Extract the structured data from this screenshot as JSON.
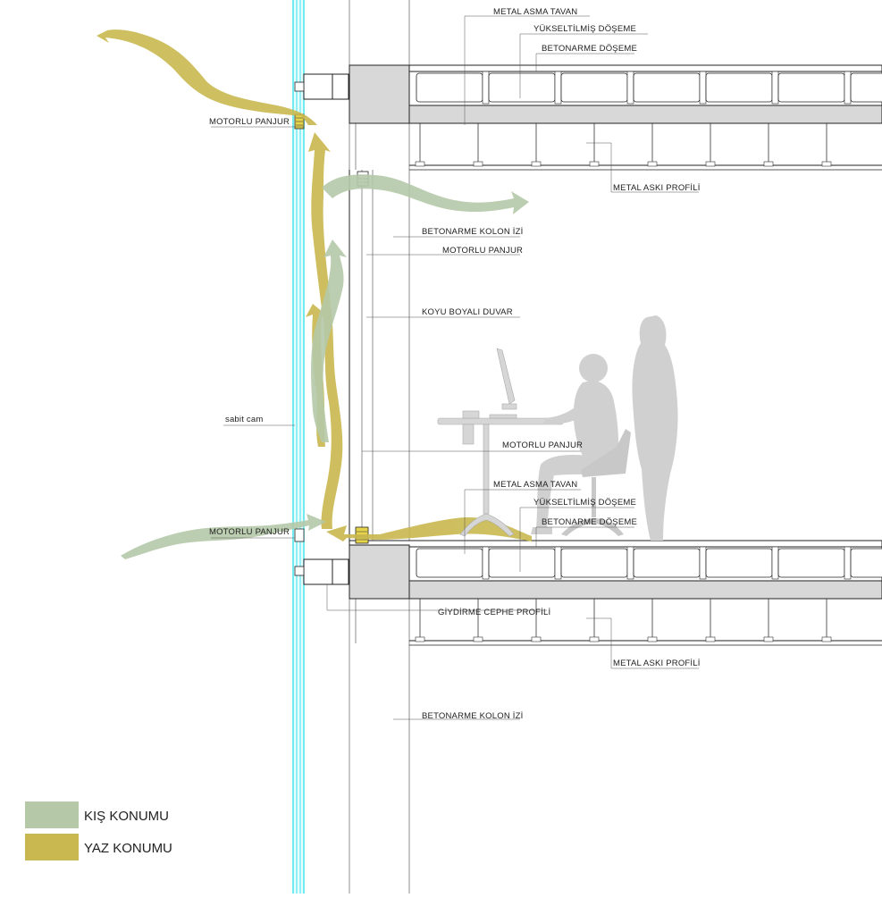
{
  "colors": {
    "winter": "#b5c9a8",
    "summer": "#c9b84f",
    "glass": "#3fe3ec",
    "slab": "#d8d8d8",
    "human": "#d0d0d0"
  },
  "labels": {
    "metal_asma_tavan_1": "METAL ASMA TAVAN",
    "yukseltilmis_doseme_1": "YÜKSELTİLMİŞ DÖŞEME",
    "betonarme_doseme_1": "BETONARME DÖŞEME",
    "motorlu_panjur_top": "MOTORLU PANJUR",
    "metal_aski_profili_1": "METAL ASKI PROFİLİ",
    "betonarme_kolon_izi_1": "BETONARME KOLON İZİ",
    "motorlu_panjur_inner": "MOTORLU PANJUR",
    "koyu_boyali_duvar": "KOYU BOYALI DUVAR",
    "sabit_cam": "sabit cam",
    "motorlu_panjur_desk": "MOTORLU PANJUR",
    "metal_asma_tavan_2": "METAL ASMA TAVAN",
    "yukseltilmis_doseme_2": "YÜKSELTİLMİŞ DÖŞEME",
    "betonarme_doseme_2": "BETONARME DÖŞEME",
    "motorlu_panjur_bottom": "MOTORLU PANJUR",
    "giydirme_cephe_profili": "GİYDİRME CEPHE PROFİLİ",
    "metal_aski_profili_2": "METAL ASKI PROFİLİ",
    "betonarme_kolon_izi_2": "BETONARME KOLON İZİ"
  },
  "legend": [
    {
      "label": "KIŞ KONUMU",
      "color": "#b5c9a8"
    },
    {
      "label": "YAZ KONUMU",
      "color": "#c9b84f"
    }
  ]
}
